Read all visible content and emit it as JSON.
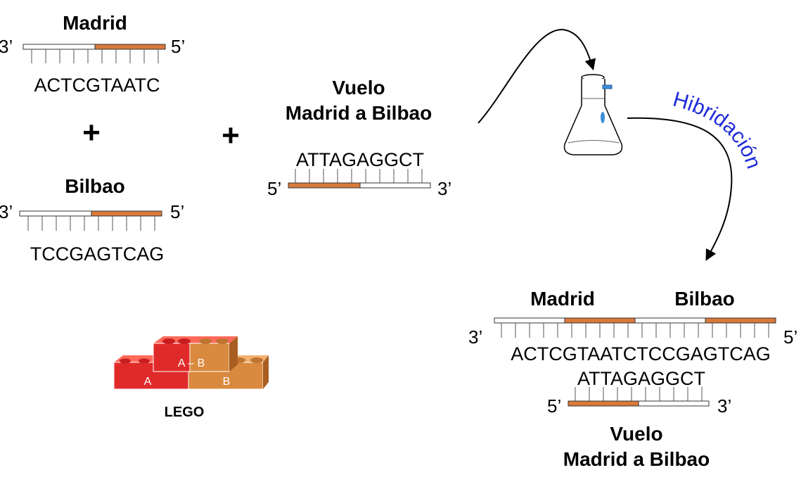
{
  "colors": {
    "orange": "#d97a3a",
    "white_strand": "#ffffff",
    "label_blue": "#1f2cd8",
    "lego_red": "#e02a2a",
    "lego_orange": "#d98a3e"
  },
  "madrid": {
    "title": "Madrid",
    "left_end": "3’",
    "right_end": "5’",
    "sequence": "ACTCGTAATC"
  },
  "plus_1": "+",
  "plus_2": "+",
  "bilbao": {
    "title": "Bilbao",
    "left_end": "3’",
    "right_end": "5’",
    "sequence": "TCCGAGTCAG"
  },
  "flight": {
    "title_line1": "Vuelo",
    "title_line2": "Madrid a Bilbao",
    "sequence": "ATTAGAGGCT",
    "left_end": "5’",
    "right_end": "3’"
  },
  "process_label": "Hibridación",
  "result": {
    "madrid_title": "Madrid",
    "bilbao_title": "Bilbao",
    "left_end": "3’",
    "right_end": "5’",
    "top_sequence": "ACTCGTAATCTCCGAGTCAG",
    "bottom_sequence": "ATTAGAGGCT",
    "bottom_left_end": "5’",
    "bottom_right_end": "3’",
    "flight_line1": "Vuelo",
    "flight_line2": "Madrid a Bilbao"
  },
  "lego": {
    "caption": "LEGO",
    "block_a": "A",
    "block_b": "B",
    "block_ab": "A – B"
  }
}
